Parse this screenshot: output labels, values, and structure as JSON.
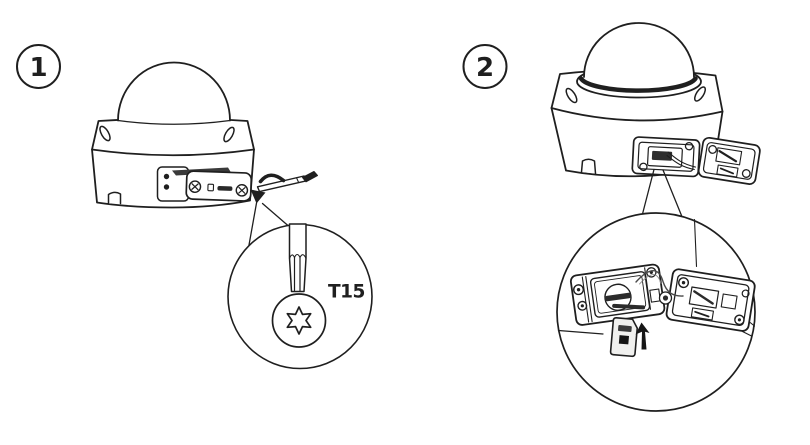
{
  "illustration": {
    "background": "#ffffff",
    "line_color": "#1f1f1f",
    "step1": {
      "number": "1",
      "magnifier_label": "T15",
      "icons": [
        "dome-camera-rear-view",
        "screw-panel",
        "torx-l-key",
        "loosen-rotation-arrow",
        "magnifier-circle",
        "torx-bit",
        "t15-torx-screw-head"
      ]
    },
    "step2": {
      "number": "2",
      "icons": [
        "dome-camera-three-quarter-view",
        "card-slot-compartment",
        "open-slot-cover",
        "magnifier-circle",
        "card-slot-detail",
        "microsd-card",
        "insert-up-arrow"
      ]
    }
  }
}
